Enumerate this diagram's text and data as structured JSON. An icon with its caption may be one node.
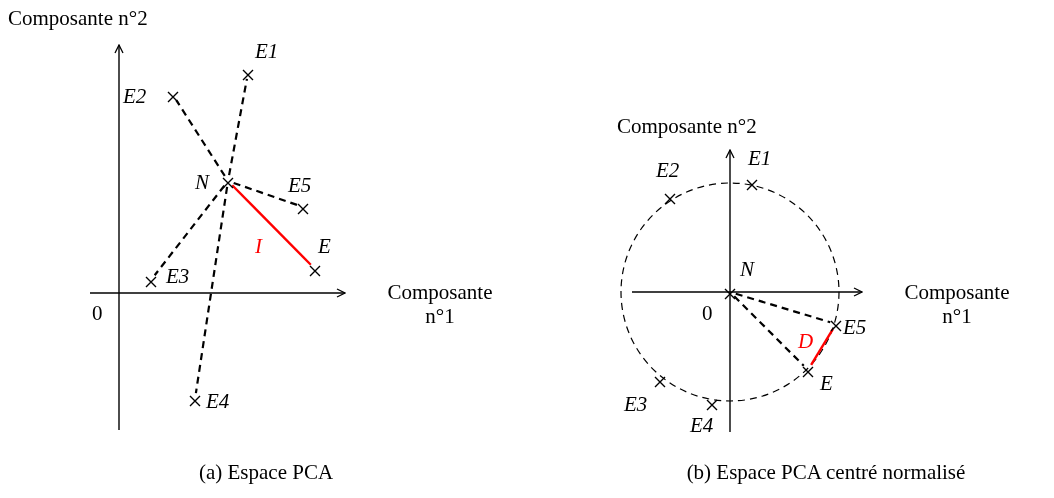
{
  "diagram": {
    "nodes": [
      {
        "text": [],
        "shape": "cross",
        "beside": [
          "N"
        ]
      },
      {
        "text": [],
        "shape": "cross",
        "beside": [
          "E1"
        ]
      },
      {
        "text": [],
        "shape": "cross",
        "beside": [
          "E2"
        ]
      },
      {
        "text": [],
        "shape": "cross",
        "beside": [
          "E3"
        ]
      },
      {
        "text": [],
        "shape": "cross",
        "beside": [
          "E4"
        ]
      },
      {
        "text": [],
        "shape": "cross",
        "beside": [
          "E5"
        ]
      },
      {
        "text": [],
        "shape": "cross",
        "beside": [
          "E"
        ]
      },
      {
        "text": [],
        "shape": "cross",
        "beside": [
          "N"
        ]
      },
      {
        "text": [],
        "shape": "cross",
        "beside": [
          "E1"
        ]
      },
      {
        "text": [],
        "shape": "cross",
        "beside": [
          "E2"
        ]
      },
      {
        "text": [],
        "shape": "cross",
        "beside": [
          "E3"
        ]
      },
      {
        "text": [],
        "shape": "cross",
        "beside": [
          "E4"
        ]
      },
      {
        "text": [],
        "shape": "cross",
        "beside": [
          "E5"
        ]
      },
      {
        "text": [],
        "shape": "cross",
        "beside": [
          "E"
        ]
      }
    ],
    "edges": [
      {
        "from": 0,
        "to": 1,
        "arrow": "none",
        "style": "dashed"
      },
      {
        "from": 0,
        "to": 2,
        "arrow": "none",
        "style": "dashed"
      },
      {
        "from": 0,
        "to": 3,
        "arrow": "none",
        "style": "dashed"
      },
      {
        "from": 0,
        "to": 4,
        "arrow": "none",
        "style": "dashed"
      },
      {
        "from": 0,
        "to": 5,
        "arrow": "none",
        "style": "dashed"
      },
      {
        "from": 0,
        "to": 6,
        "arrow": "none",
        "label": "I",
        "color": "#ff0000"
      },
      {
        "from": 7,
        "to": 12,
        "arrow": "none",
        "style": "dashed"
      },
      {
        "from": 7,
        "to": 13,
        "arrow": "none",
        "style": "dashed"
      },
      {
        "from": 12,
        "to": 13,
        "arrow": "none",
        "label": "D",
        "color": "#ff0000"
      }
    ],
    "labels": [
      "Composante n°2",
      "0",
      "Composante n°1",
      "(a) Espace PCA",
      "Composante n°2",
      "0",
      "Composante n°1",
      "(b) Espace PCA centré normalisé"
    ]
  }
}
